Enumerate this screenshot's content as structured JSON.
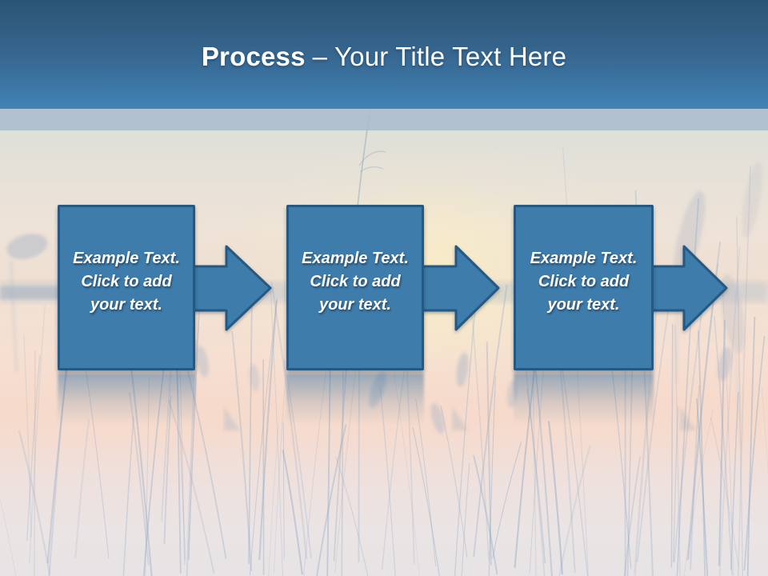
{
  "header": {
    "title_bold": "Process",
    "title_rest": "– Your Title Text Here"
  },
  "process": {
    "steps": [
      {
        "label": "Example Text.\nClick to add\nyour text."
      },
      {
        "label": "Example Text.\nClick to add\nyour text."
      },
      {
        "label": "Example Text.\nClick to add\nyour text."
      }
    ]
  },
  "colors": {
    "header_gradient_top": "#2C5474",
    "header_gradient_bottom": "#4182B6",
    "divider_band": "#A9BCCE",
    "box_fill": "#3D7CAB",
    "box_border": "#245983",
    "box_text": "#FFFFFF",
    "title_text": "#FFFFFF",
    "background_warm": "#F6DFD2",
    "background_cool": "#DCDFD7"
  }
}
